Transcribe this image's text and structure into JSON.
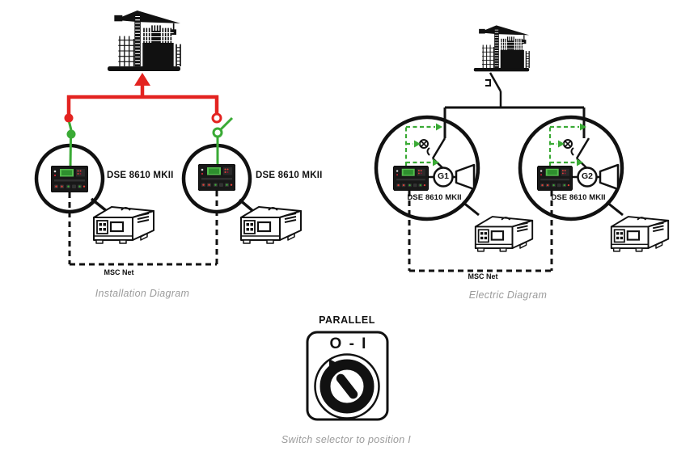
{
  "colors": {
    "red": "#e32320",
    "green": "#3aaa35",
    "line": "#111111",
    "caption_gray": "#9b9b9b",
    "panel_dark": "#181818",
    "lcd_green": "#55bd4e"
  },
  "left_diagram": {
    "caption": "Installation Diagram",
    "controller_label_1": "DSE 8610 MKII",
    "controller_label_2": "DSE 8610 MKII",
    "network_label": "MSC Net"
  },
  "right_diagram": {
    "caption": "Electric Diagram",
    "controller_label_1": "DSE 8610 MKII",
    "controller_label_2": "DSE 8610 MKII",
    "generator_1": "G1",
    "generator_2": "G2",
    "network_label": "MSC Net"
  },
  "selector": {
    "title": "PARALLEL",
    "positions_label": "O - I",
    "caption": "Switch selector to position I"
  }
}
